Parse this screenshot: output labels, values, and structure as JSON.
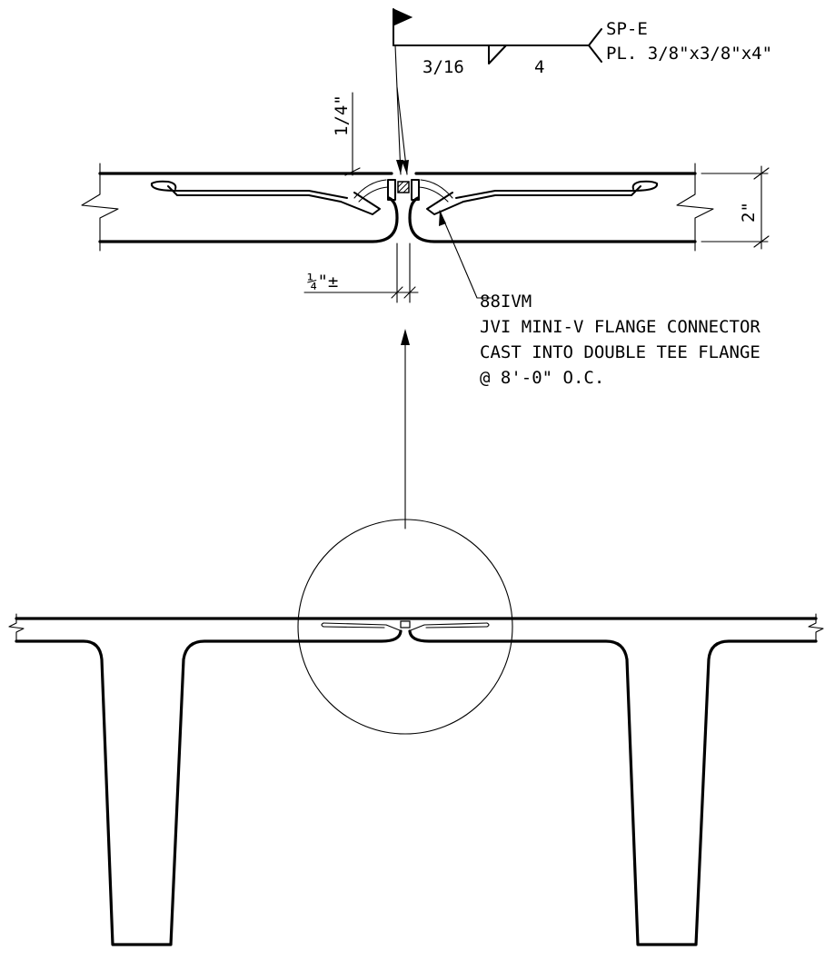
{
  "weld_symbol": {
    "size": "3/16",
    "length": "4",
    "tail_line1": "SP-E",
    "tail_line2": "PL. 3/8\"x3/8\"x4\""
  },
  "dimensions": {
    "gap_top": "1/4\"",
    "gap_bottom": "¼\"±",
    "flange_thickness": "2\""
  },
  "callout": {
    "part_number": "88IVM",
    "line1": "JVI MINI-V FLANGE CONNECTOR",
    "line2": "CAST INTO DOUBLE TEE FLANGE",
    "line3": "@ 8'-0\" O.C."
  }
}
